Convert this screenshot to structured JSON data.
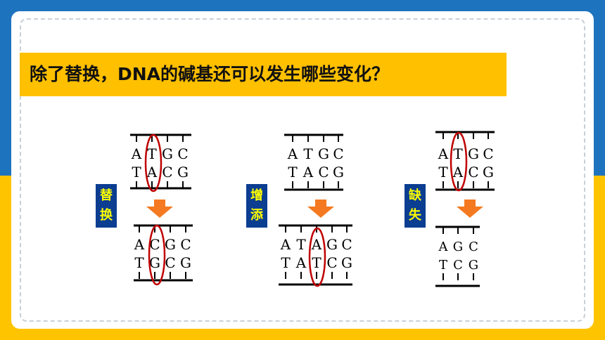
{
  "title": "除了替换，DNA的碱基还可以发生哪些变化？",
  "panels": [
    {
      "label_chars": [
        "替",
        "换"
      ],
      "before": {
        "top": [
          "A",
          "T",
          "G",
          "C"
        ],
        "bottom": [
          "T",
          "A",
          "C",
          "G"
        ]
      },
      "after": {
        "top": [
          "A",
          "C",
          "G",
          "C"
        ],
        "bottom": [
          "T",
          "G",
          "C",
          "G"
        ]
      }
    },
    {
      "label_chars": [
        "增",
        "添"
      ],
      "before": {
        "top": [
          "A",
          "T",
          "G",
          "C"
        ],
        "bottom": [
          "T",
          "A",
          "C",
          "G"
        ]
      },
      "after": {
        "top": [
          "A",
          "T",
          "A",
          "G",
          "C"
        ],
        "bottom": [
          "T",
          "A",
          "T",
          "C",
          "G"
        ]
      }
    },
    {
      "label_chars": [
        "缺",
        "失"
      ],
      "before": {
        "top": [
          "A",
          "T",
          "G",
          "C"
        ],
        "bottom": [
          "T",
          "A",
          "C",
          "G"
        ]
      },
      "after": {
        "top": [
          "A",
          "G",
          "C"
        ],
        "bottom": [
          "T",
          "C",
          "G"
        ]
      }
    }
  ],
  "colors": {
    "title_bg": "#ffc000",
    "label_bg": "#0b3d91",
    "label_text": "#ffff00",
    "arrow": "#f47920",
    "highlight_ellipse": "#c00000",
    "bg_top": "#1e73be",
    "bg_bottom": "#ffc400"
  },
  "icons": [
    "down-arrow-icon",
    "highlight-ellipse"
  ]
}
